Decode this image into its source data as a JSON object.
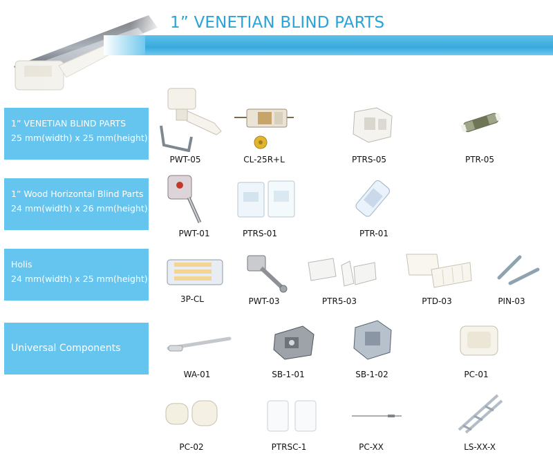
{
  "page": {
    "title": "1” VENETIAN BLIND PARTS"
  },
  "categories": [
    {
      "line1": "1” VENETIAN BLIND PARTS",
      "line2": "25 mm(width) x 25 mm(height)"
    },
    {
      "line1": "1” Wood Horizontal Blind Parts",
      "line2": "24 mm(width) x 26 mm(height)"
    },
    {
      "line1": "Holis",
      "line2": "24 mm(width) x 25 mm(height)"
    },
    {
      "line1": "Universal Components",
      "line2": ""
    }
  ],
  "rows": [
    {
      "parts": [
        "PWT-05",
        "CL-25R+L",
        "PTRS-05",
        "PTR-05"
      ]
    },
    {
      "parts": [
        "PWT-01",
        "PTRS-01",
        "PTR-01"
      ]
    },
    {
      "parts": [
        "3P-CL",
        "PWT-03",
        "PTR5-03",
        "PTD-03",
        "PIN-03"
      ]
    },
    {
      "parts": [
        "WA-01",
        "SB-1-01",
        "SB-1-02",
        "PC-01"
      ]
    },
    {
      "parts": [
        "PC-02",
        "PTRSC-1",
        "PC-XX",
        "LS-XX-X"
      ]
    }
  ],
  "colors": {
    "accent": "#29a3da",
    "category_bg": "#66c5ee",
    "bar": "#39a9dd"
  }
}
